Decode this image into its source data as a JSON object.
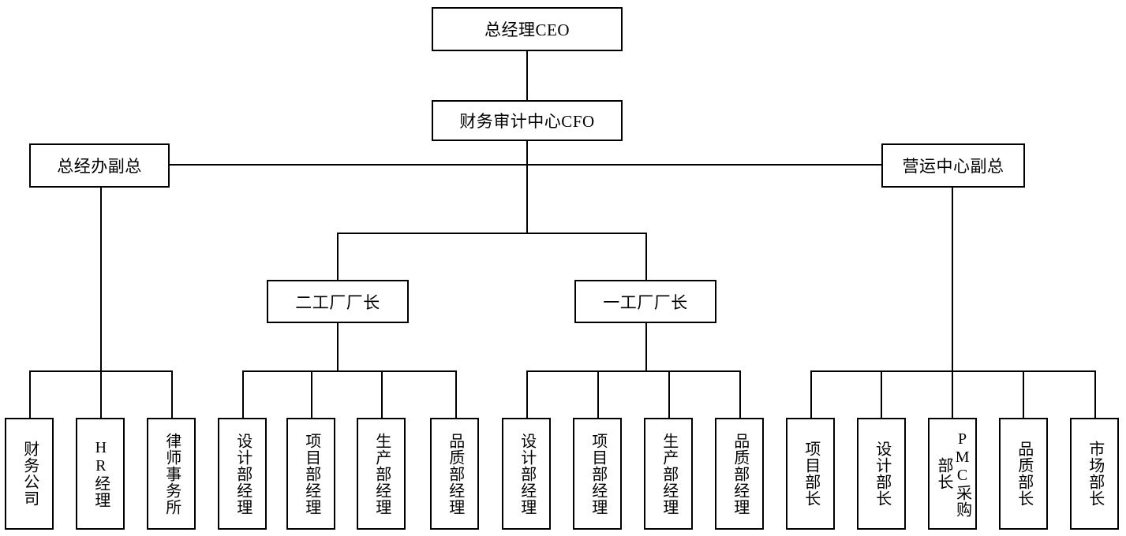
{
  "chart": {
    "type": "org-chart",
    "title": "",
    "orientation": "top-down",
    "line_color": "#000000",
    "box_border_color": "#000000",
    "background_color": "#ffffff",
    "levels": [
      {
        "level": 1,
        "nodes": [
          {
            "id": "ceo",
            "label": "总经理CEO",
            "text_direction": "horizontal"
          }
        ]
      },
      {
        "level": 2,
        "nodes": [
          {
            "id": "cfo",
            "label": "财务审计中心CFO",
            "text_direction": "horizontal"
          }
        ]
      },
      {
        "level": 3,
        "nodes": [
          {
            "id": "gm_office_vp",
            "label": "总经办副总",
            "text_direction": "horizontal"
          },
          {
            "id": "ops_center_vp",
            "label": "营运中心副总",
            "text_direction": "horizontal"
          }
        ]
      },
      {
        "level": 4,
        "nodes": [
          {
            "id": "factory2_director",
            "label": "二工厂厂长",
            "text_direction": "horizontal"
          },
          {
            "id": "factory1_director",
            "label": "一工厂厂长",
            "text_direction": "horizontal"
          }
        ]
      },
      {
        "level": 5,
        "groups": [
          {
            "group_id": "gm-office-group",
            "parent": "gm_office_vp",
            "nodes": [
              {
                "id": "finance_company",
                "label": "财务公司",
                "text_direction": "vertical"
              },
              {
                "id": "hr_manager",
                "label": "HR经理",
                "text_direction": "vertical"
              },
              {
                "id": "law_firm",
                "label": "律师事务所",
                "text_direction": "vertical"
              }
            ]
          },
          {
            "group_id": "factory2-group",
            "parent": "factory2_director",
            "nodes": [
              {
                "id": "f2_design_mgr",
                "label": "设计部经理",
                "text_direction": "vertical"
              },
              {
                "id": "f2_project_mgr",
                "label": "项目部经理",
                "text_direction": "vertical"
              },
              {
                "id": "f2_production_mgr",
                "label": "生产部经理",
                "text_direction": "vertical"
              },
              {
                "id": "f2_quality_mgr",
                "label": "品质部经理",
                "text_direction": "vertical"
              }
            ]
          },
          {
            "group_id": "factory1-group",
            "parent": "factory1_director",
            "nodes": [
              {
                "id": "f1_design_mgr",
                "label": "设计部经理",
                "text_direction": "vertical"
              },
              {
                "id": "f1_project_mgr",
                "label": "项目部经理",
                "text_direction": "vertical"
              },
              {
                "id": "f1_production_mgr",
                "label": "生产部经理",
                "text_direction": "vertical"
              },
              {
                "id": "f1_quality_mgr",
                "label": "品质部经理",
                "text_direction": "vertical"
              }
            ]
          },
          {
            "group_id": "ops-center-group",
            "parent": "ops_center_vp",
            "nodes": [
              {
                "id": "ops_project_head",
                "label": "项目部长",
                "text_direction": "vertical"
              },
              {
                "id": "ops_design_head",
                "label": "设计部长",
                "text_direction": "vertical"
              },
              {
                "id": "ops_pmc_head",
                "label": "PMC采购部长",
                "text_direction": "vertical"
              },
              {
                "id": "ops_quality_head",
                "label": "品质部长",
                "text_direction": "vertical"
              },
              {
                "id": "ops_market_head",
                "label": "市场部长",
                "text_direction": "vertical"
              }
            ]
          }
        ]
      }
    ]
  }
}
